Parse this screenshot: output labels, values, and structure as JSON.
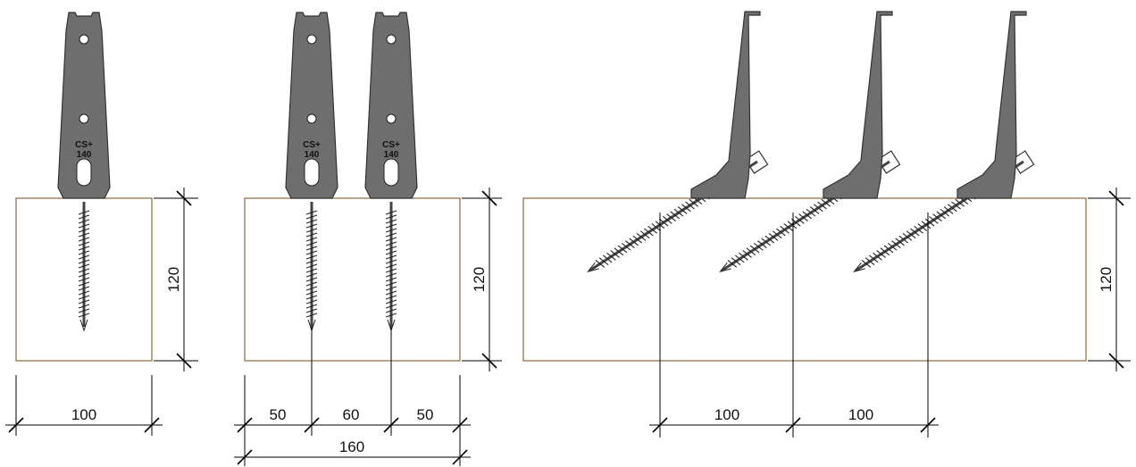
{
  "bracket_label": {
    "line1": "CS+",
    "line2": "140"
  },
  "depth_label": "120",
  "view_single": {
    "width": "100"
  },
  "view_double": {
    "edge_left": "50",
    "spacing": "60",
    "edge_right": "50",
    "total": "160"
  },
  "view_angled": {
    "spacing_1": "100",
    "spacing_2": "100"
  },
  "colors": {
    "bracket": "#6e6e6e",
    "wood_outline": "#8a6a3a",
    "lines": "#000000"
  }
}
